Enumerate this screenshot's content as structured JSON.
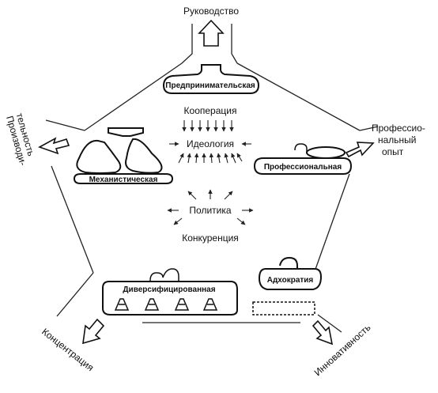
{
  "forces": {
    "top": "Руководство",
    "left_line1": "Производи-",
    "left_line2": "тельность",
    "right_line1": "Профессио-",
    "right_line2": "нальный",
    "right_line3": "опыт",
    "bottom_left": "Концентрация",
    "bottom_right": "Инновативность"
  },
  "configurations": {
    "top": "Предпринимательская",
    "left": "Механистическая",
    "right": "Профессиональная",
    "bottom_left": "Диверсифицированная",
    "bottom_right": "Адхократия"
  },
  "center": {
    "cooperation": "Кооперация",
    "ideology": "Идеология",
    "politics": "Политика",
    "competition": "Конкуренция"
  }
}
